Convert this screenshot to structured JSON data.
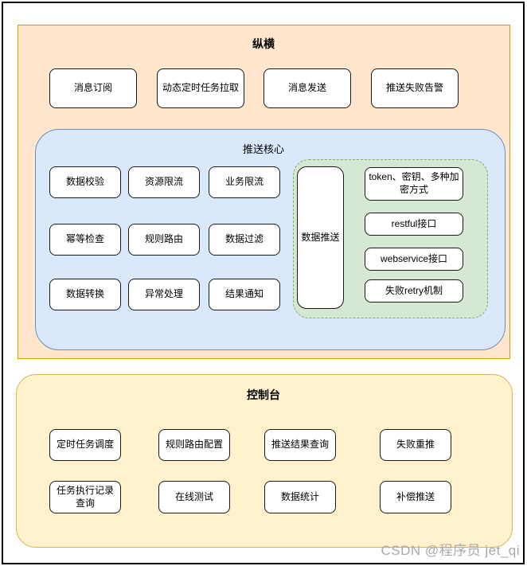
{
  "outer": {
    "title": "纵横",
    "top_boxes": [
      "消息订阅",
      "动态定时任务拉取",
      "消息发送",
      "推送失败告警"
    ],
    "core": {
      "title": "推送核心",
      "grid_boxes": [
        "数据校验",
        "资源限流",
        "业务限流",
        "幂等检查",
        "规则路由",
        "数据过滤",
        "数据转换",
        "异常处理",
        "结果通知"
      ],
      "push_group": {
        "main_box": "数据推送",
        "items": [
          "token、密钥、多种加密方式",
          "restful接口",
          "webservice接口",
          "失败retry机制"
        ]
      }
    }
  },
  "console": {
    "title": "控制台",
    "boxes": [
      "定时任务调度",
      "规则路由配置",
      "推送结果查询",
      "失败重推",
      "任务执行记录查询",
      "在线测试",
      "数据统计",
      "补偿推送"
    ]
  },
  "watermark": "CSDN @程序员 jet_qi",
  "colors": {
    "orange_fill": "#FFE6CC",
    "orange_border": "#D79B00",
    "blue_fill": "#DAE8FC",
    "blue_border": "#6C8EBF",
    "green_fill": "#D5E8D4",
    "green_border": "#82B366",
    "yellow_fill": "#FFF2CC",
    "yellow_border": "#D6B656",
    "node_border": "#1A1A1A"
  }
}
